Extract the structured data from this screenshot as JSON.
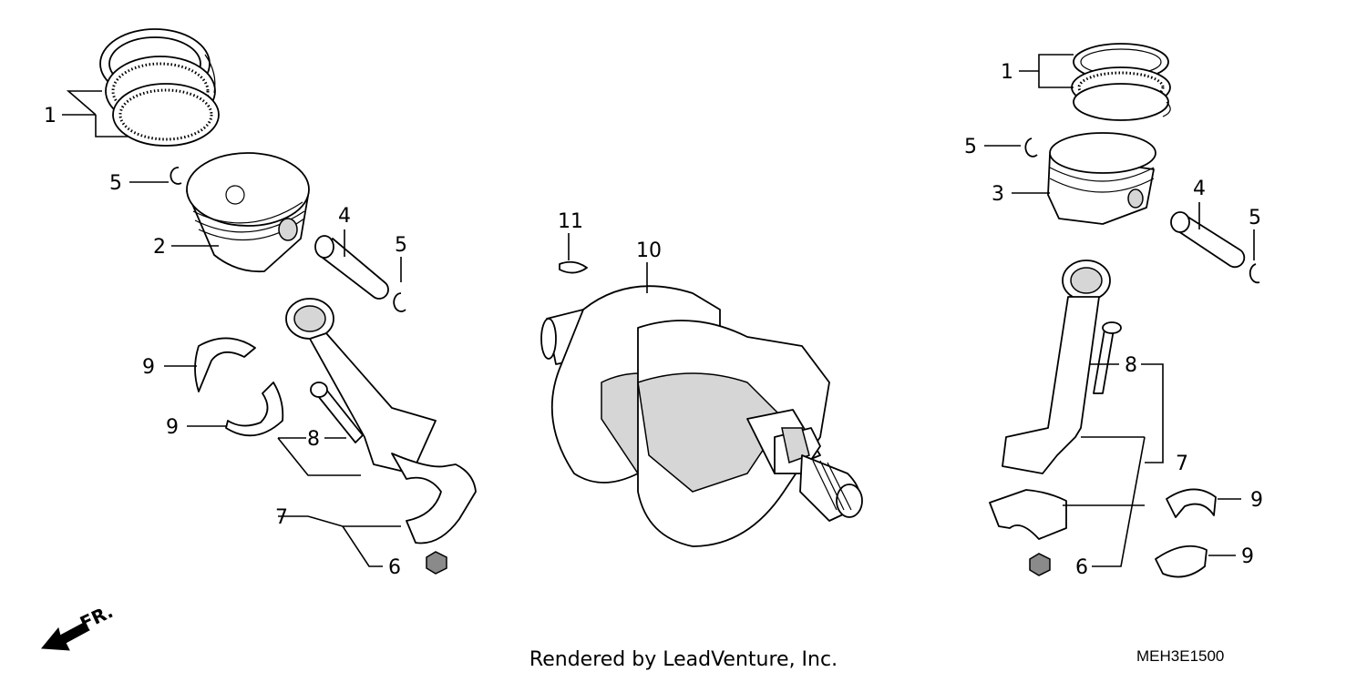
{
  "diagram": {
    "front_label": "FR.",
    "credit": "Rendered by LeadVenture, Inc.",
    "code": "MEH3E1500",
    "callouts": {
      "l_rings": "1",
      "l_clip_top": "5",
      "l_piston": "2",
      "l_pin": "4",
      "l_clip_pin": "5",
      "l_bearing_upper": "9",
      "l_bearing_lower": "9",
      "l_bolt": "8",
      "l_rod": "7",
      "l_nut": "6",
      "c_key": "11",
      "c_crank": "10",
      "r_rings": "1",
      "r_clip_top": "5",
      "r_piston": "3",
      "r_pin": "4",
      "r_clip_pin": "5",
      "r_bolt": "8",
      "r_rod": "7",
      "r_bearing_upper": "9",
      "r_bearing_lower": "9",
      "r_nut": "6"
    }
  }
}
